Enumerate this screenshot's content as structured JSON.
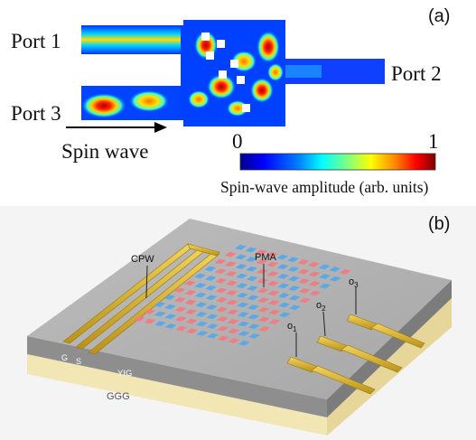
{
  "panel_a": {
    "label": "(a)",
    "port1": "Port 1",
    "port2": "Port 2",
    "port3": "Port 3",
    "spin_wave": "Spin wave",
    "scale_min": "0",
    "scale_max": "1",
    "scale_caption": "Spin-wave amplitude (arb. units)",
    "colormap": [
      "#00008f",
      "#0000ff",
      "#0080ff",
      "#00ffff",
      "#80ff80",
      "#ffff00",
      "#ff8000",
      "#ff0000",
      "#800000"
    ]
  },
  "panel_b": {
    "label": "(b)",
    "cpw": "CPW",
    "pma": "PMA",
    "g": "G",
    "s": "S",
    "yig": "YIG",
    "ggg": "GGG",
    "o1": "o",
    "o1_sub": "1",
    "o2": "o",
    "o2_sub": "2",
    "o3": "o",
    "o3_sub": "3",
    "colors": {
      "pad_red": "#f07c86",
      "pad_blue": "#5aa8e8",
      "gold": "#d9b52e",
      "yig_top": "#c9c9c9",
      "ggg": "#f2e6b4"
    }
  }
}
